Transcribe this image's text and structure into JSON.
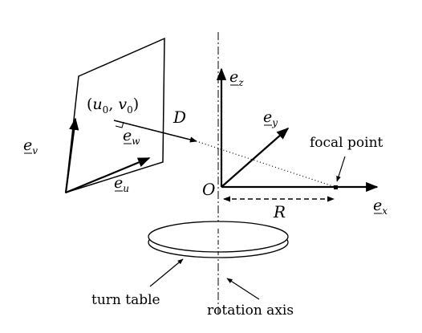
{
  "diagram": {
    "labels": {
      "origin": "O",
      "ez": "e",
      "ez_sub": "z",
      "ey": "e",
      "ey_sub": "y",
      "ex": "e",
      "ex_sub": "x",
      "ev": "e",
      "ev_sub": "v",
      "eu": "e",
      "eu_sub": "u",
      "ew": "e",
      "ew_sub": "w",
      "u0v0_open": "(",
      "u0": "u",
      "u0_sub": "0",
      "comma": ", ",
      "v0": "v",
      "v0_sub": "0",
      "u0v0_close": ")",
      "D": "D",
      "R": "R",
      "focal_point": "focal point",
      "turn_table": "turn table",
      "rotation_axis": "rotation axis"
    }
  }
}
